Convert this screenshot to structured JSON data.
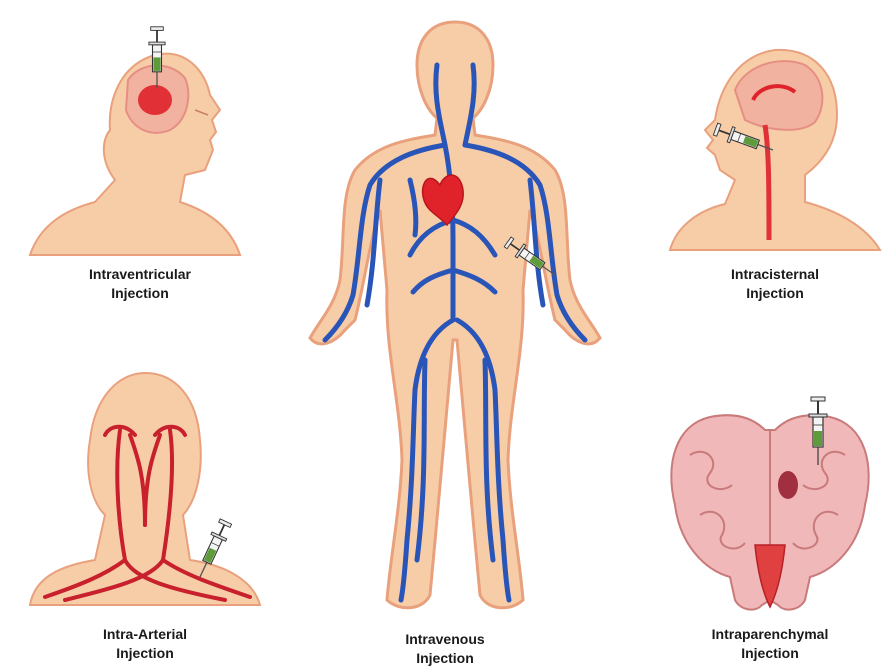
{
  "panels": {
    "intraventricular": {
      "line1": "Intraventricular",
      "line2": "Injection"
    },
    "intravenous": {
      "line1": "Intravenous",
      "line2": "Injection"
    },
    "intracisternal": {
      "line1": "Intracisternal",
      "line2": "Injection"
    },
    "intra_arterial": {
      "line1": "Intra-Arterial",
      "line2": "Injection"
    },
    "intraparenchymal": {
      "line1": "Intraparenchymal",
      "line2": "Injection"
    }
  },
  "colors": {
    "skin": "#f7cda8",
    "skin_edge": "#e9a07c",
    "vein": "#2a55b8",
    "artery": "#c8202c",
    "heart": "#e0222a",
    "brain": "#f0b8b8",
    "needle_fluid": "#5e9b3a"
  },
  "icons": [
    "syringe-icon",
    "heart-icon",
    "brain-icon"
  ]
}
